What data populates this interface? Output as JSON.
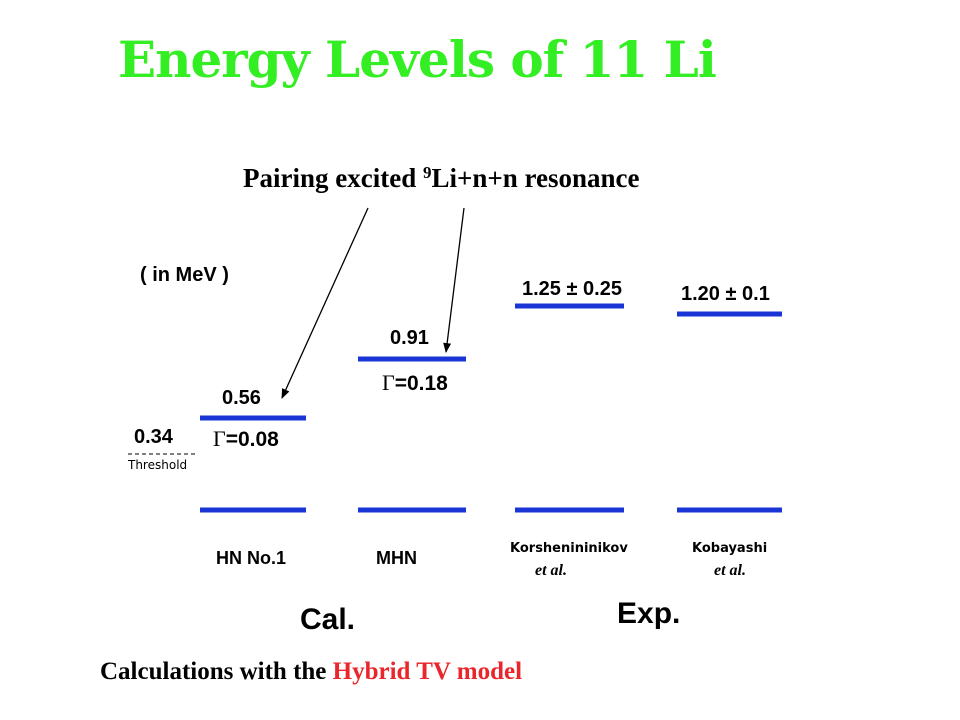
{
  "title": "Energy Levels of 11 Li",
  "annotation": {
    "prefix": "Pairing excited ",
    "superscript": "9",
    "suffix": "Li+n+n resonance"
  },
  "unit_label": "( in MeV )",
  "threshold": {
    "value": "0.34",
    "label": "Threshold"
  },
  "levels": {
    "hn_energy": "0.56",
    "hn_width_value": "=0.08",
    "mhn_energy": "0.91",
    "mhn_width_value": "=0.18",
    "korsh_energy": "1.25 ± 0.25",
    "kobayashi_energy": "1.20 ± 0.1"
  },
  "gamma_symbol": "Γ",
  "columns": {
    "hn": "HN No.1",
    "mhn": "MHN",
    "korsh": "Korshenininikov",
    "korsh_sub": "et al.",
    "kobayashi": "Kobayashi",
    "kobayashi_sub": "et al."
  },
  "groups": {
    "calc": "Cal.",
    "exp": "Exp."
  },
  "footer": {
    "prefix": "Calculations with the ",
    "highlight": "Hybrid TV model"
  },
  "colors": {
    "title": "#33ee22",
    "level_line": "#1a35d6",
    "highlight": "#e8262b"
  }
}
